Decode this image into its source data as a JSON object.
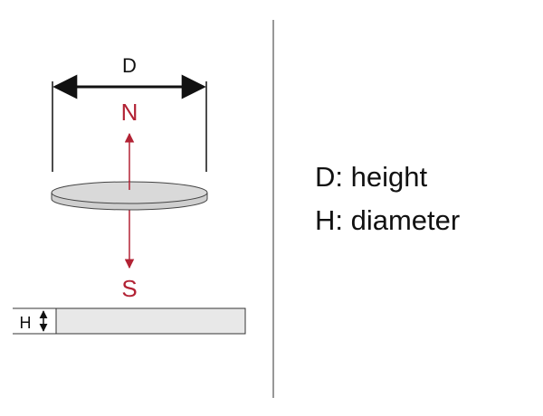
{
  "labels": {
    "diameter_marker": "D",
    "north": "N",
    "south": "S",
    "height_marker": "H"
  },
  "legend": {
    "line1": "D: height",
    "line2": "H: diameter"
  },
  "colors": {
    "ink": "#111111",
    "pole_arrow": "#b22234",
    "magnet_fill": "#d9d9d9",
    "magnet_stroke": "#444444",
    "side_fill": "#e8e8e8",
    "divider": "#777777"
  }
}
